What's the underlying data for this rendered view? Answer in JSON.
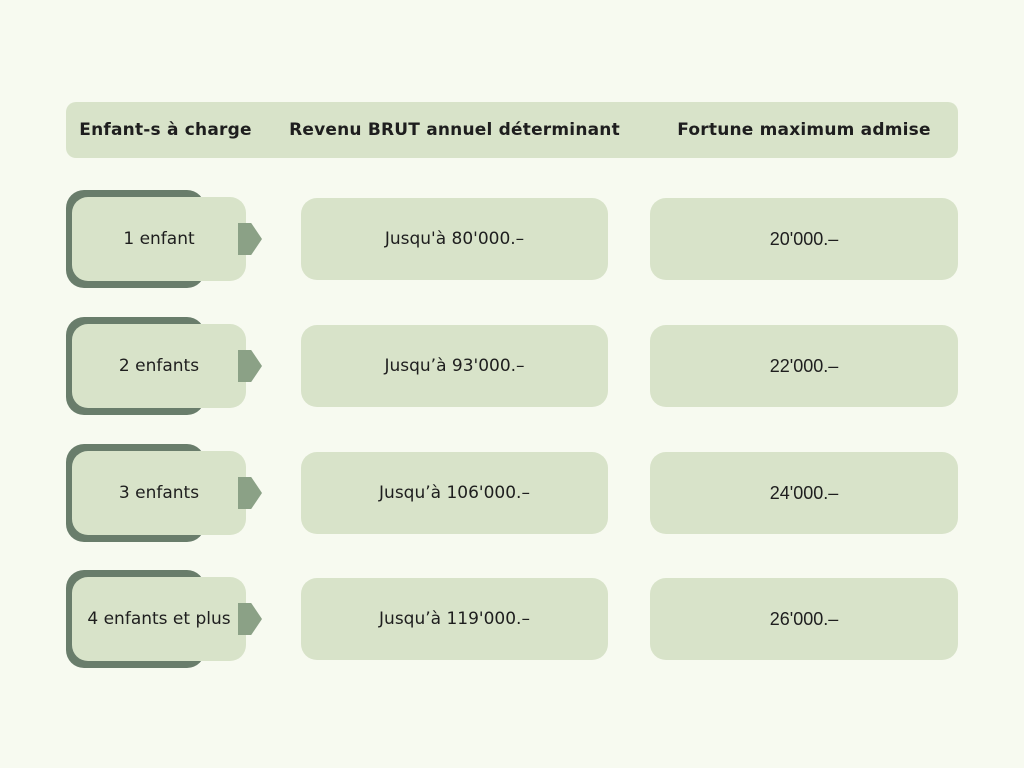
{
  "colors": {
    "page_background": "#f7faf0",
    "cell_green": "#d8e3c9",
    "shadow_green": "#697d6b",
    "arrow_green": "#8ba186",
    "text": "#1e1e1e"
  },
  "table": {
    "headers": [
      "Enfant-s à charge",
      "Revenu BRUT annuel déterminant",
      "Fortune maximum admise"
    ],
    "rows": [
      {
        "children": "1 enfant",
        "income": "Jusqu'à 80'000.–",
        "wealth": "20'000.–"
      },
      {
        "children": "2 enfants",
        "income": "Jusqu’à 93'000.–",
        "wealth": "22'000.–"
      },
      {
        "children": "3 enfants",
        "income": "Jusqu’à 106'000.–",
        "wealth": "24'000.–"
      },
      {
        "children": "4 enfants et plus",
        "income": "Jusqu’à 119'000.–",
        "wealth": "26'000.–"
      }
    ]
  },
  "chart_data": {
    "type": "table",
    "title": "",
    "columns": [
      "Enfant-s à charge",
      "Revenu BRUT annuel déterminant",
      "Fortune maximum admise"
    ],
    "rows": [
      [
        "1 enfant",
        "Jusqu'à 80'000.–",
        "20'000.–"
      ],
      [
        "2 enfants",
        "Jusqu’à 93'000.–",
        "22'000.–"
      ],
      [
        "3 enfants",
        "Jusqu’à 106'000.–",
        "24'000.–"
      ],
      [
        "4 enfants et plus",
        "Jusqu’à 119'000.–",
        "26'000.–"
      ]
    ],
    "numeric_values": {
      "children_count": [
        1,
        2,
        3,
        4
      ],
      "max_gross_annual_income_chf": [
        80000,
        93000,
        106000,
        119000
      ],
      "max_admitted_wealth_chf": [
        20000,
        22000,
        24000,
        26000
      ]
    }
  }
}
